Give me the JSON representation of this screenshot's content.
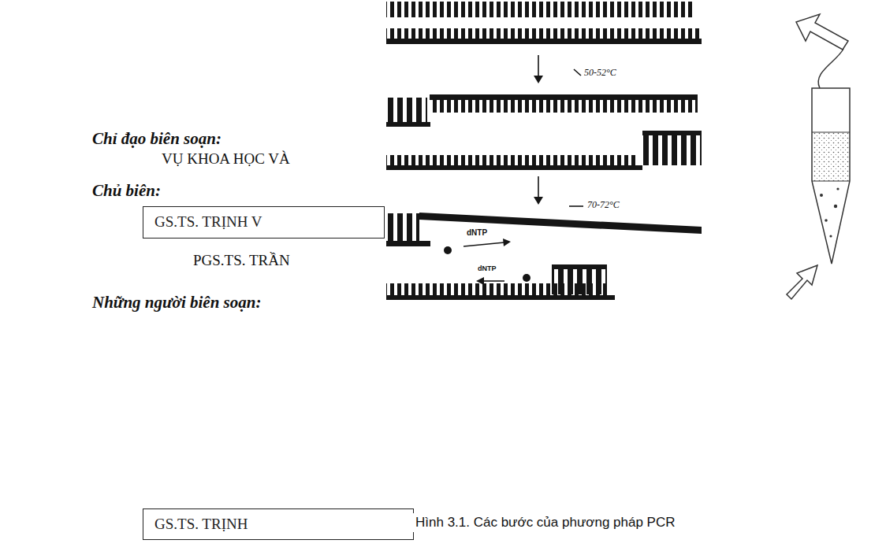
{
  "diagram": {
    "caption": "Hình 3.1. Các bước của phương pháp PCR",
    "nodes": [
      {
        "text": [
          "GS.TS. TRỊNH V"
        ]
      },
      {
        "text": [
          "GS.TS. TRỊNH"
        ]
      }
    ],
    "labels": [
      "Chỉ đạo biên soạn:",
      "VỤ KHOA HỌC VÀ",
      "Chủ biên:",
      "PGS.TS. TRẦN",
      "Những người biên soạn:",
      "50-52°C",
      "70-72°C",
      "dNTP",
      "dNTP"
    ]
  }
}
